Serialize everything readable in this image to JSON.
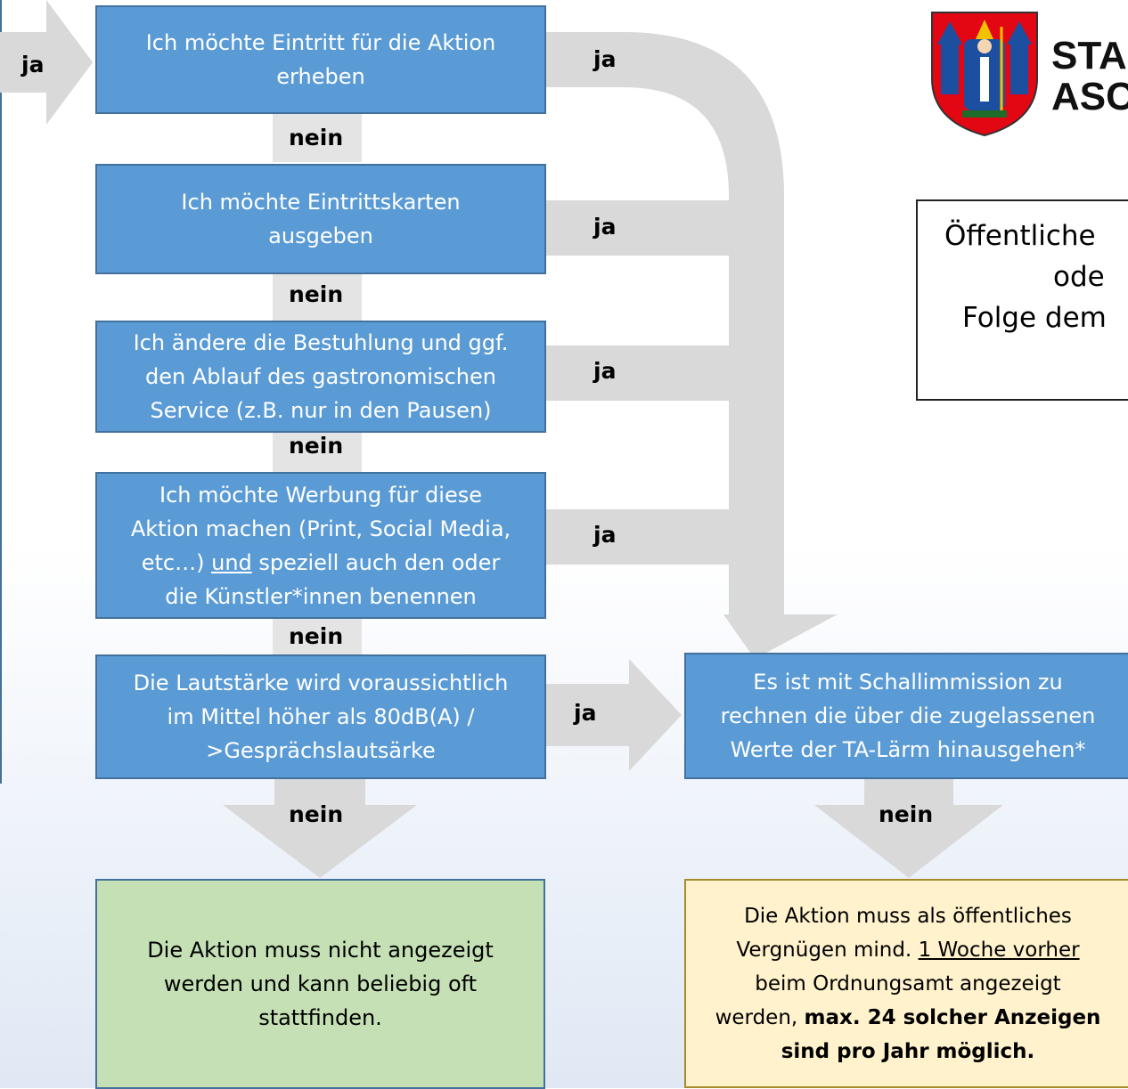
{
  "flow": {
    "q1": {
      "lines": [
        "Ich möchte Eintritt für die Aktion",
        "erheben"
      ],
      "yes": "ja",
      "no": "nein"
    },
    "q2": {
      "lines": [
        "Ich möchte Eintrittskarten",
        "ausgeben"
      ],
      "yes": "ja",
      "no": "nein"
    },
    "q3": {
      "lines": [
        "Ich ändere die Bestuhlung und ggf.",
        "den Ablauf des gastronomischen",
        "Service (z.B. nur in den Pausen)"
      ],
      "yes": "ja",
      "no": "nein"
    },
    "q4": {
      "line1": "Ich möchte Werbung für diese",
      "line2": "Aktion machen (Print, Social Media,",
      "line3_pre": "etc…) ",
      "line3_underlined": "und",
      "line3_post": " speziell auch den oder",
      "line4": "die Künstler*innen benennen",
      "yes": "ja",
      "no": "nein"
    },
    "q5": {
      "lines": [
        "Die Lautstärke wird voraussichtlich",
        "im Mittel höher als 80dB(A) /",
        ">Gesprächslautsärke"
      ],
      "yes": "ja",
      "no": "nein"
    },
    "left_ja": "ja"
  },
  "noise": {
    "lines": [
      "Es ist mit Schallimmission zu",
      "rechnen die über die zugelassenen",
      "Werte der TA-Lärm hinausgehen*"
    ],
    "no": "nein"
  },
  "outcome_no": {
    "lines": [
      "Die Aktion muss nicht angezeigt",
      "werden und kann beliebig oft",
      "stattfinden."
    ]
  },
  "outcome_yes": {
    "line1": "Die Aktion muss als öffentliches",
    "line2_pre": "Vergnügen mind. ",
    "line2_underlined": "1 Woche vorher",
    "line3": "beim Ordnungsamt angezeigt",
    "line4_pre": "werden, ",
    "line4_bold": "max. 24 solcher Anzeigen",
    "line5_bold": "sind pro Jahr möglich."
  },
  "header": {
    "logo_text_1": "STA",
    "logo_text_2": "ASC",
    "info_lines": [
      "Öffentliche",
      "ode",
      "Folge dem"
    ]
  },
  "colors": {
    "question_fill": "#5b9bd5",
    "question_border": "#41719c",
    "arrow_grey": "#d9d9d9",
    "outcome_no_fill": "#c5e0b4",
    "outcome_yes_fill": "#fff2cc"
  }
}
